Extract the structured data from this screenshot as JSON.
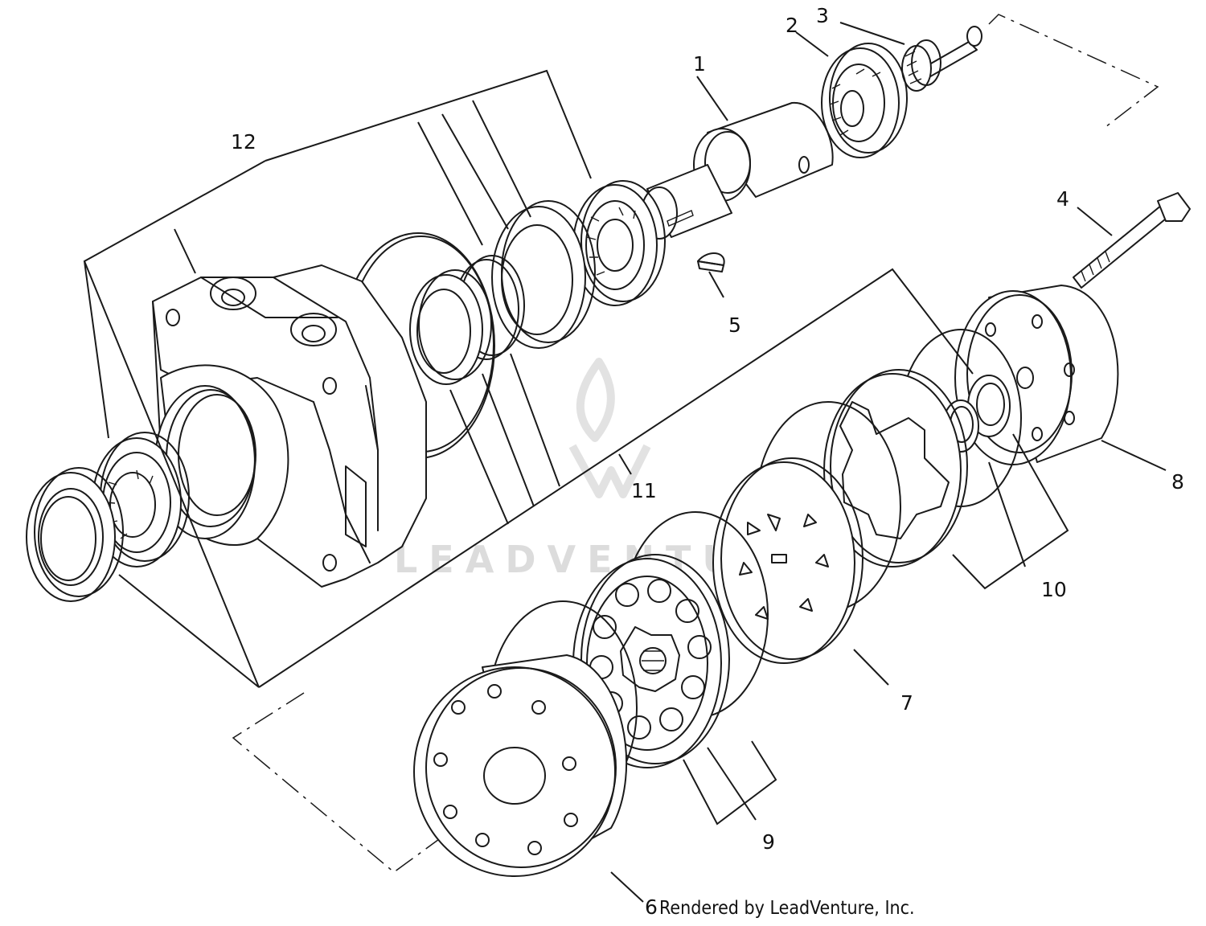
{
  "callouts": [
    {
      "id": "1",
      "label": "1"
    },
    {
      "id": "2",
      "label": "2"
    },
    {
      "id": "3",
      "label": "3"
    },
    {
      "id": "4",
      "label": "4"
    },
    {
      "id": "5",
      "label": "5"
    },
    {
      "id": "6",
      "label": "6"
    },
    {
      "id": "7",
      "label": "7"
    },
    {
      "id": "8",
      "label": "8"
    },
    {
      "id": "9",
      "label": "9"
    },
    {
      "id": "10",
      "label": "10"
    },
    {
      "id": "11",
      "label": "11"
    },
    {
      "id": "12",
      "label": "12"
    }
  ],
  "credit": "Rendered by LeadVenture, Inc.",
  "watermark": "LEADVENTURE",
  "colors": {
    "line": "#1a1a1a",
    "watermark": "#dcdcdc",
    "background": "#ffffff"
  }
}
